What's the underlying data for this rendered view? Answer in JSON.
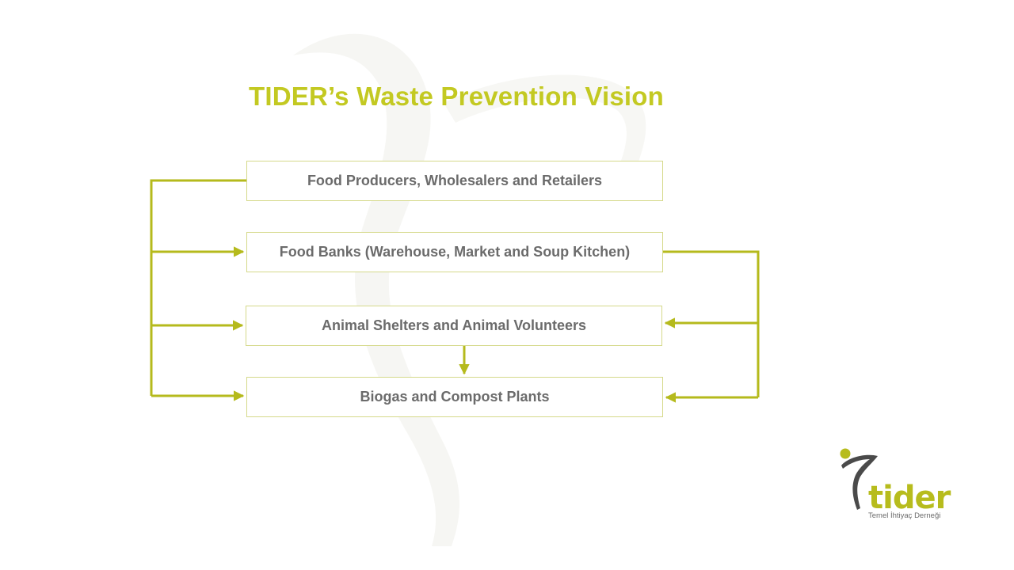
{
  "title": "TIDER’s Waste Prevention Vision",
  "nodes": {
    "producers": "Food Producers, Wholesalers and Retailers",
    "food_banks": "Food Banks (Warehouse, Market and Soup Kitchen)",
    "animal_shelters": "Animal Shelters and Animal Volunteers",
    "biogas": "Biogas and Compost Plants"
  },
  "logo": {
    "wordmark": "tider",
    "tagline": "Temel İhtiyaç Derneği"
  },
  "colors": {
    "accent": "#c3c922",
    "connector": "#b5ba1c",
    "box_border": "#d5d98a",
    "text": "#6b6b6b"
  }
}
